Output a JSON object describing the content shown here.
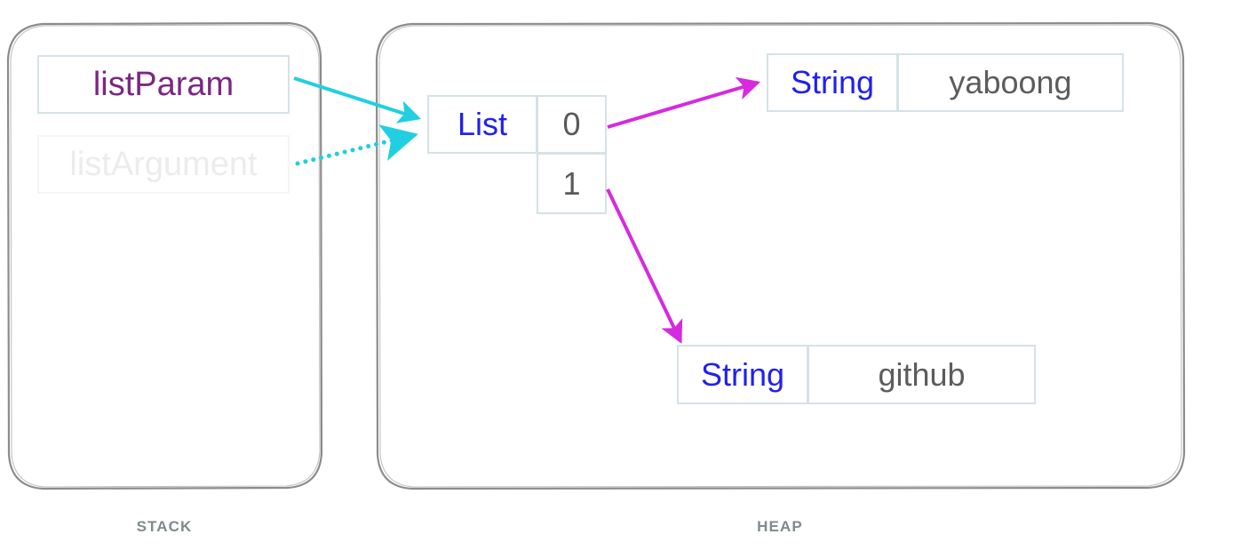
{
  "diagram": {
    "title": "Stack and Heap memory diagram",
    "colors": {
      "stack_variable_active": "#7c2682",
      "stack_variable_faded": "#ececec",
      "heap_type_label": "#2020f0",
      "heap_value_label": "#5c5c5c",
      "box_border": "#d5e2e6",
      "region_border": "#8c8c8c",
      "reference_arrow": "#21cfe0",
      "heap_arrow": "#d62ae0",
      "caption": "#808a8c",
      "background": "#ffffff"
    }
  },
  "stack": {
    "caption": "STACK",
    "variables": [
      {
        "name": "listParam",
        "label": "listParam",
        "state": "active"
      },
      {
        "name": "listArgument",
        "label": "listArgument",
        "state": "faded"
      }
    ]
  },
  "heap": {
    "caption": "HEAP",
    "objects": [
      {
        "id": "list-object",
        "type_label": "List",
        "indices": [
          "0",
          "1"
        ]
      },
      {
        "id": "string-yaboong",
        "type_label": "String",
        "value_label": "yaboong"
      },
      {
        "id": "string-github",
        "type_label": "String",
        "value_label": "github"
      }
    ]
  },
  "arrows": [
    {
      "name": "listparam-to-list",
      "from": "listParam",
      "to": "List",
      "style": "solid",
      "color": "#21cfe0"
    },
    {
      "name": "listargument-to-list",
      "from": "listArgument",
      "to": "List",
      "style": "dotted",
      "color": "#21cfe0"
    },
    {
      "name": "list-index-0-to-string-yaboong",
      "from": "0",
      "to": "String yaboong",
      "style": "solid",
      "color": "#d62ae0"
    },
    {
      "name": "list-index-1-to-string-github",
      "from": "1",
      "to": "String github",
      "style": "solid",
      "color": "#d62ae0"
    }
  ]
}
